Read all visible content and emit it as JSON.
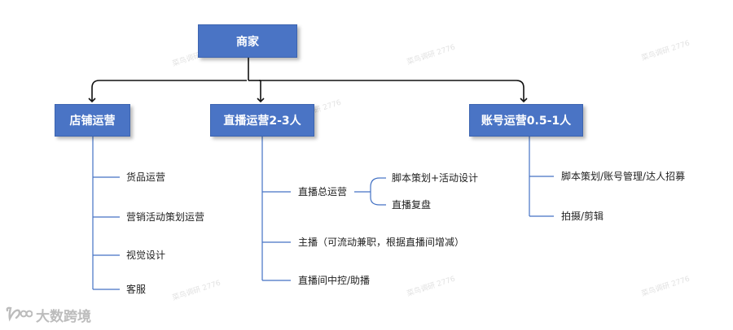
{
  "root": {
    "label": "商家"
  },
  "branches": [
    {
      "label": "店铺运营",
      "items": [
        "货品运营",
        "营销活动策划运营",
        "视觉设计",
        "客服"
      ]
    },
    {
      "label": "直播运营2-3人",
      "items": [
        "直播总运营",
        "主播（可流动兼职，根据直播间增减）",
        "直播间中控/助播"
      ],
      "sub_items": [
        "脚本策划+活动设计",
        "直播复盘"
      ]
    },
    {
      "label": "账号运营0.5-1人",
      "items": [
        "脚本策划/账号管理/达人招募",
        "拍摄/剪辑"
      ]
    }
  ],
  "watermark": {
    "text": "菜鸟调研 2776"
  },
  "logo": {
    "text": "大数跨境"
  },
  "colors": {
    "box": "#4a74c5",
    "line": "#4472c4",
    "arrow": "#111111"
  }
}
